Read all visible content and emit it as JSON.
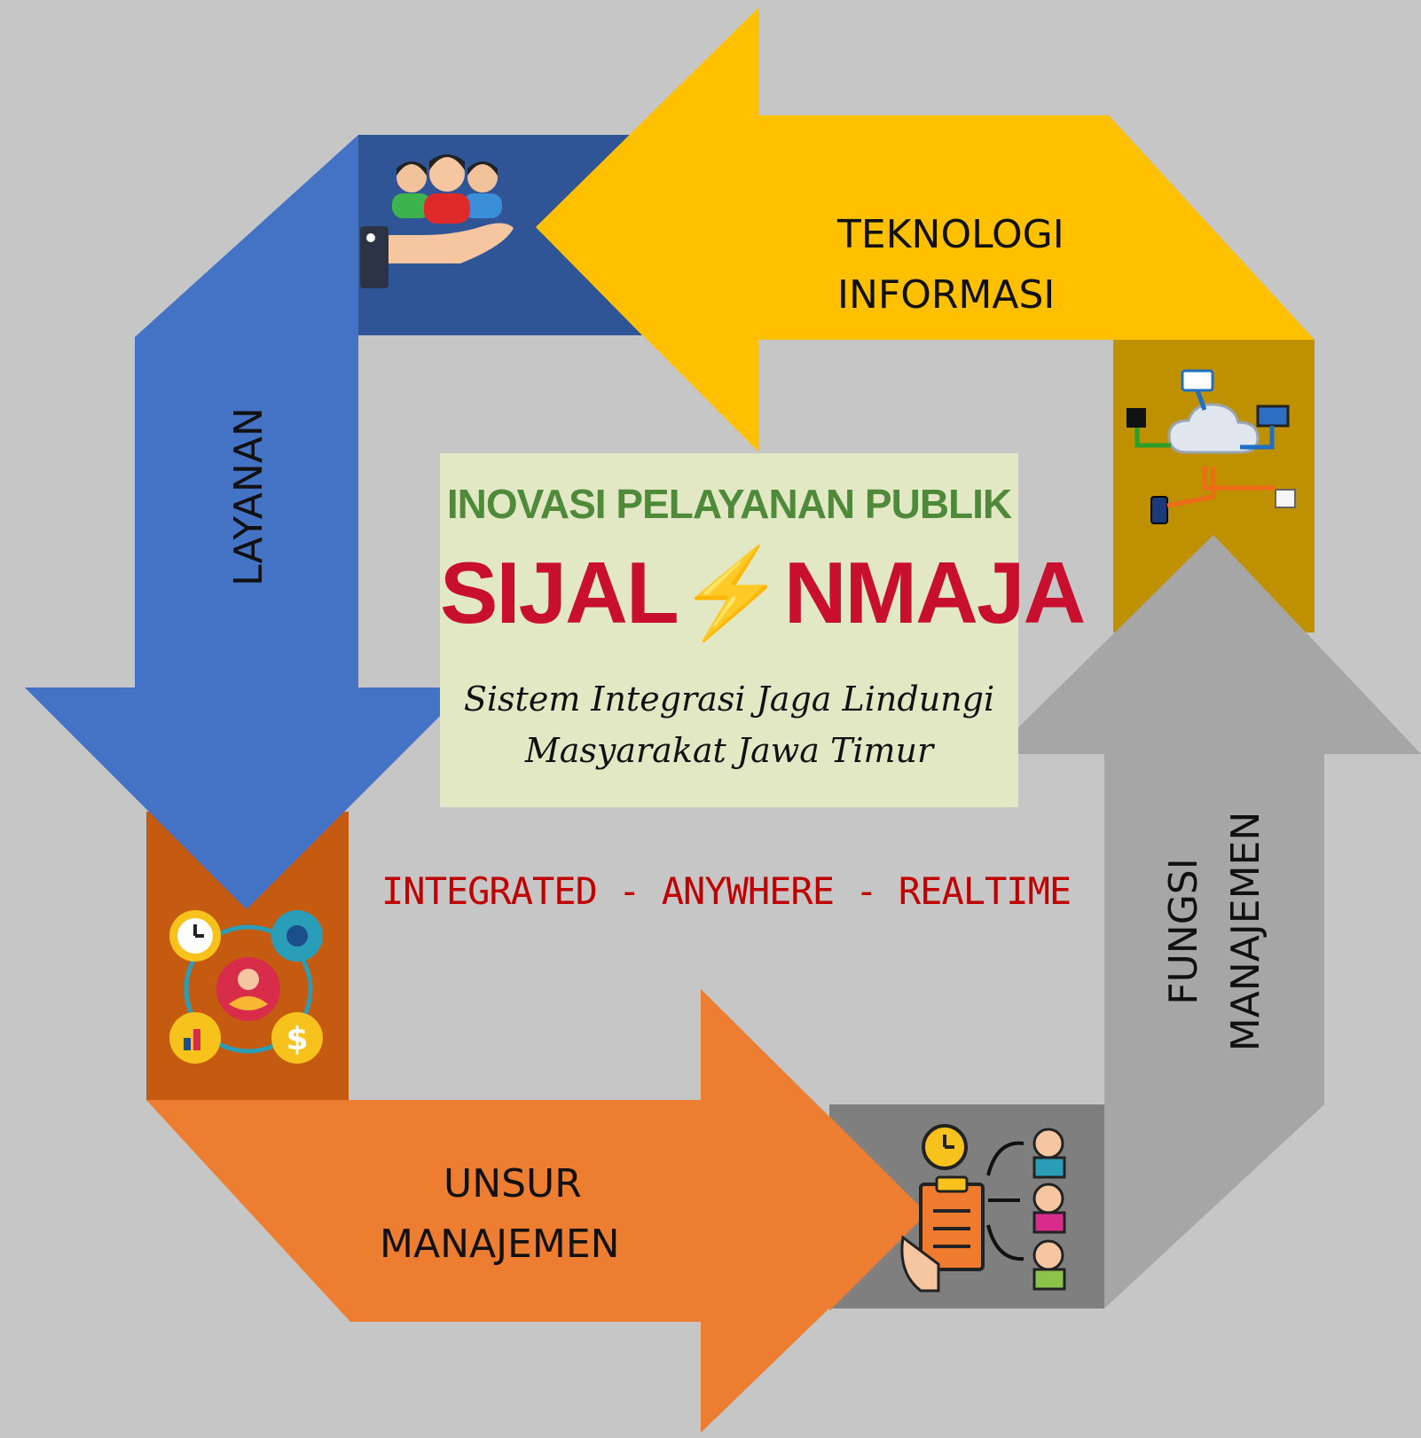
{
  "arrows": {
    "layanan": {
      "label": "LAYANAN",
      "color": "#4472c4",
      "tile_color": "#2f5597"
    },
    "teknologi": {
      "label_line1": "TEKNOLOGI",
      "label_line2": "INFORMASI",
      "color": "#ffc000",
      "tile_color": "#bf9000"
    },
    "fungsi": {
      "label_line1": "FUNGSI",
      "label_line2": "MANAJEMEN",
      "color": "#a6a6a6",
      "tile_color": "#7f7f7f"
    },
    "unsur": {
      "label_line1": "UNSUR",
      "label_line2": "MANAJEMEN",
      "color": "#ed7d31",
      "tile_color": "#c55a11"
    }
  },
  "center": {
    "heading": "INOVASI PELAYANAN PUBLIK",
    "brand_part1": "SIJAL",
    "brand_part2": "NMAJA",
    "subtitle_line1": "Sistem Integrasi Jaga Lindungi",
    "subtitle_line2": "Masyarakat Jawa Timur"
  },
  "tagline": "INTEGRATED - ANYWHERE - REALTIME",
  "icons": [
    "people-service-icon",
    "network-cloud-icon",
    "management-cycle-icon",
    "task-delegation-icon"
  ]
}
